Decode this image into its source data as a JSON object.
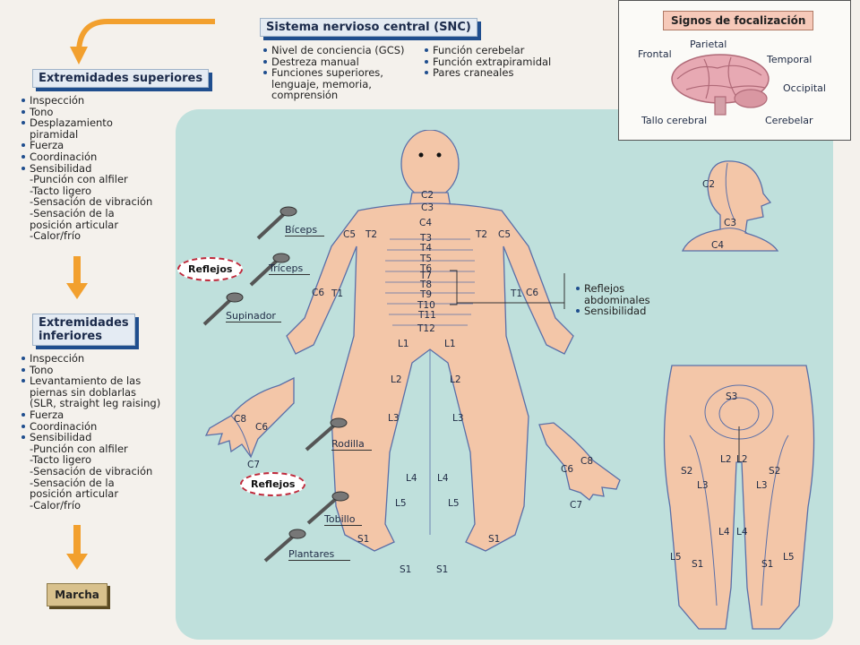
{
  "snc": {
    "title": "Sistema nervioso central (SNC)",
    "col1": [
      "Nivel de conciencia (GCS)",
      "Destreza manual",
      "Funciones superiores, lenguaje, memoria, comprensión"
    ],
    "col2": [
      "Función cerebelar",
      "Función extrapiramidal",
      "Pares craneales"
    ]
  },
  "focal": {
    "title": "Signos de focalización",
    "labels": {
      "frontal": "Frontal",
      "parietal": "Parietal",
      "temporal": "Temporal",
      "occipital": "Occipital",
      "tallo": "Tallo cerebral",
      "cerebelar": "Cerebelar"
    }
  },
  "upper": {
    "title": "Extremidades superiores",
    "items": [
      {
        "t": "Inspección",
        "b": true
      },
      {
        "t": "Tono",
        "b": true
      },
      {
        "t": "Desplazamiento",
        "b": true
      },
      {
        "t": "piramidal",
        "b": false
      },
      {
        "t": "Fuerza",
        "b": true
      },
      {
        "t": "Coordinación",
        "b": true
      },
      {
        "t": "Sensibilidad",
        "b": true
      },
      {
        "t": "-Punción con alfiler",
        "b": false
      },
      {
        "t": "-Tacto ligero",
        "b": false
      },
      {
        "t": "-Sensación de vibración",
        "b": false
      },
      {
        "t": "-Sensación de la",
        "b": false
      },
      {
        "t": "posición articular",
        "b": false
      },
      {
        "t": "-Calor/frío",
        "b": false
      }
    ]
  },
  "lower": {
    "title_1": "Extremidades",
    "title_2": "inferiores",
    "items": [
      {
        "t": "Inspección",
        "b": true
      },
      {
        "t": "Tono",
        "b": true
      },
      {
        "t": "Levantamiento de las",
        "b": true
      },
      {
        "t": "piernas sin doblarlas",
        "b": false
      },
      {
        "t": "(SLR, straight leg raising)",
        "b": false
      },
      {
        "t": "Fuerza",
        "b": true
      },
      {
        "t": "Coordinación",
        "b": true
      },
      {
        "t": "Sensibilidad",
        "b": true
      },
      {
        "t": "-Punción con alfiler",
        "b": false
      },
      {
        "t": "-Tacto ligero",
        "b": false
      },
      {
        "t": "-Sensación de vibración",
        "b": false
      },
      {
        "t": "-Sensación de la",
        "b": false
      },
      {
        "t": "posición articular",
        "b": false
      },
      {
        "t": "-Calor/frío",
        "b": false
      }
    ]
  },
  "marcha": "Marcha",
  "reflexes": {
    "badge": "Reflejos",
    "biceps": "Bíceps",
    "triceps": "Tríceps",
    "supinador": "Supinador",
    "rodilla": "Rodilla",
    "tobillo": "Tobillo",
    "plantares": "Plantares"
  },
  "abdominal": {
    "items": [
      "Reflejos",
      "abdominales",
      "Sensibilidad"
    ]
  },
  "dermatomes": {
    "c2": "C2",
    "c3": "C3",
    "c4": "C4",
    "c5": "C5",
    "c6": "C6",
    "c7": "C7",
    "c8": "C8",
    "t1": "T1",
    "t2": "T2",
    "t3": "T3",
    "t4": "T4",
    "t5": "T5",
    "t6": "T6",
    "t7": "T7",
    "t8": "T8",
    "t9": "T9",
    "t10": "T10",
    "t11": "T11",
    "t12": "T12",
    "l1": "L1",
    "l2": "L2",
    "l3": "L3",
    "l4": "L4",
    "l5": "L5",
    "s1": "S1",
    "s2": "S2",
    "s3": "S3"
  },
  "colors": {
    "panel": "#bfe0dc",
    "skin": "#f3c6a8",
    "skin_line": "#5a6fa8",
    "arrow": "#f2a02e",
    "accent": "#1f4e8e"
  }
}
